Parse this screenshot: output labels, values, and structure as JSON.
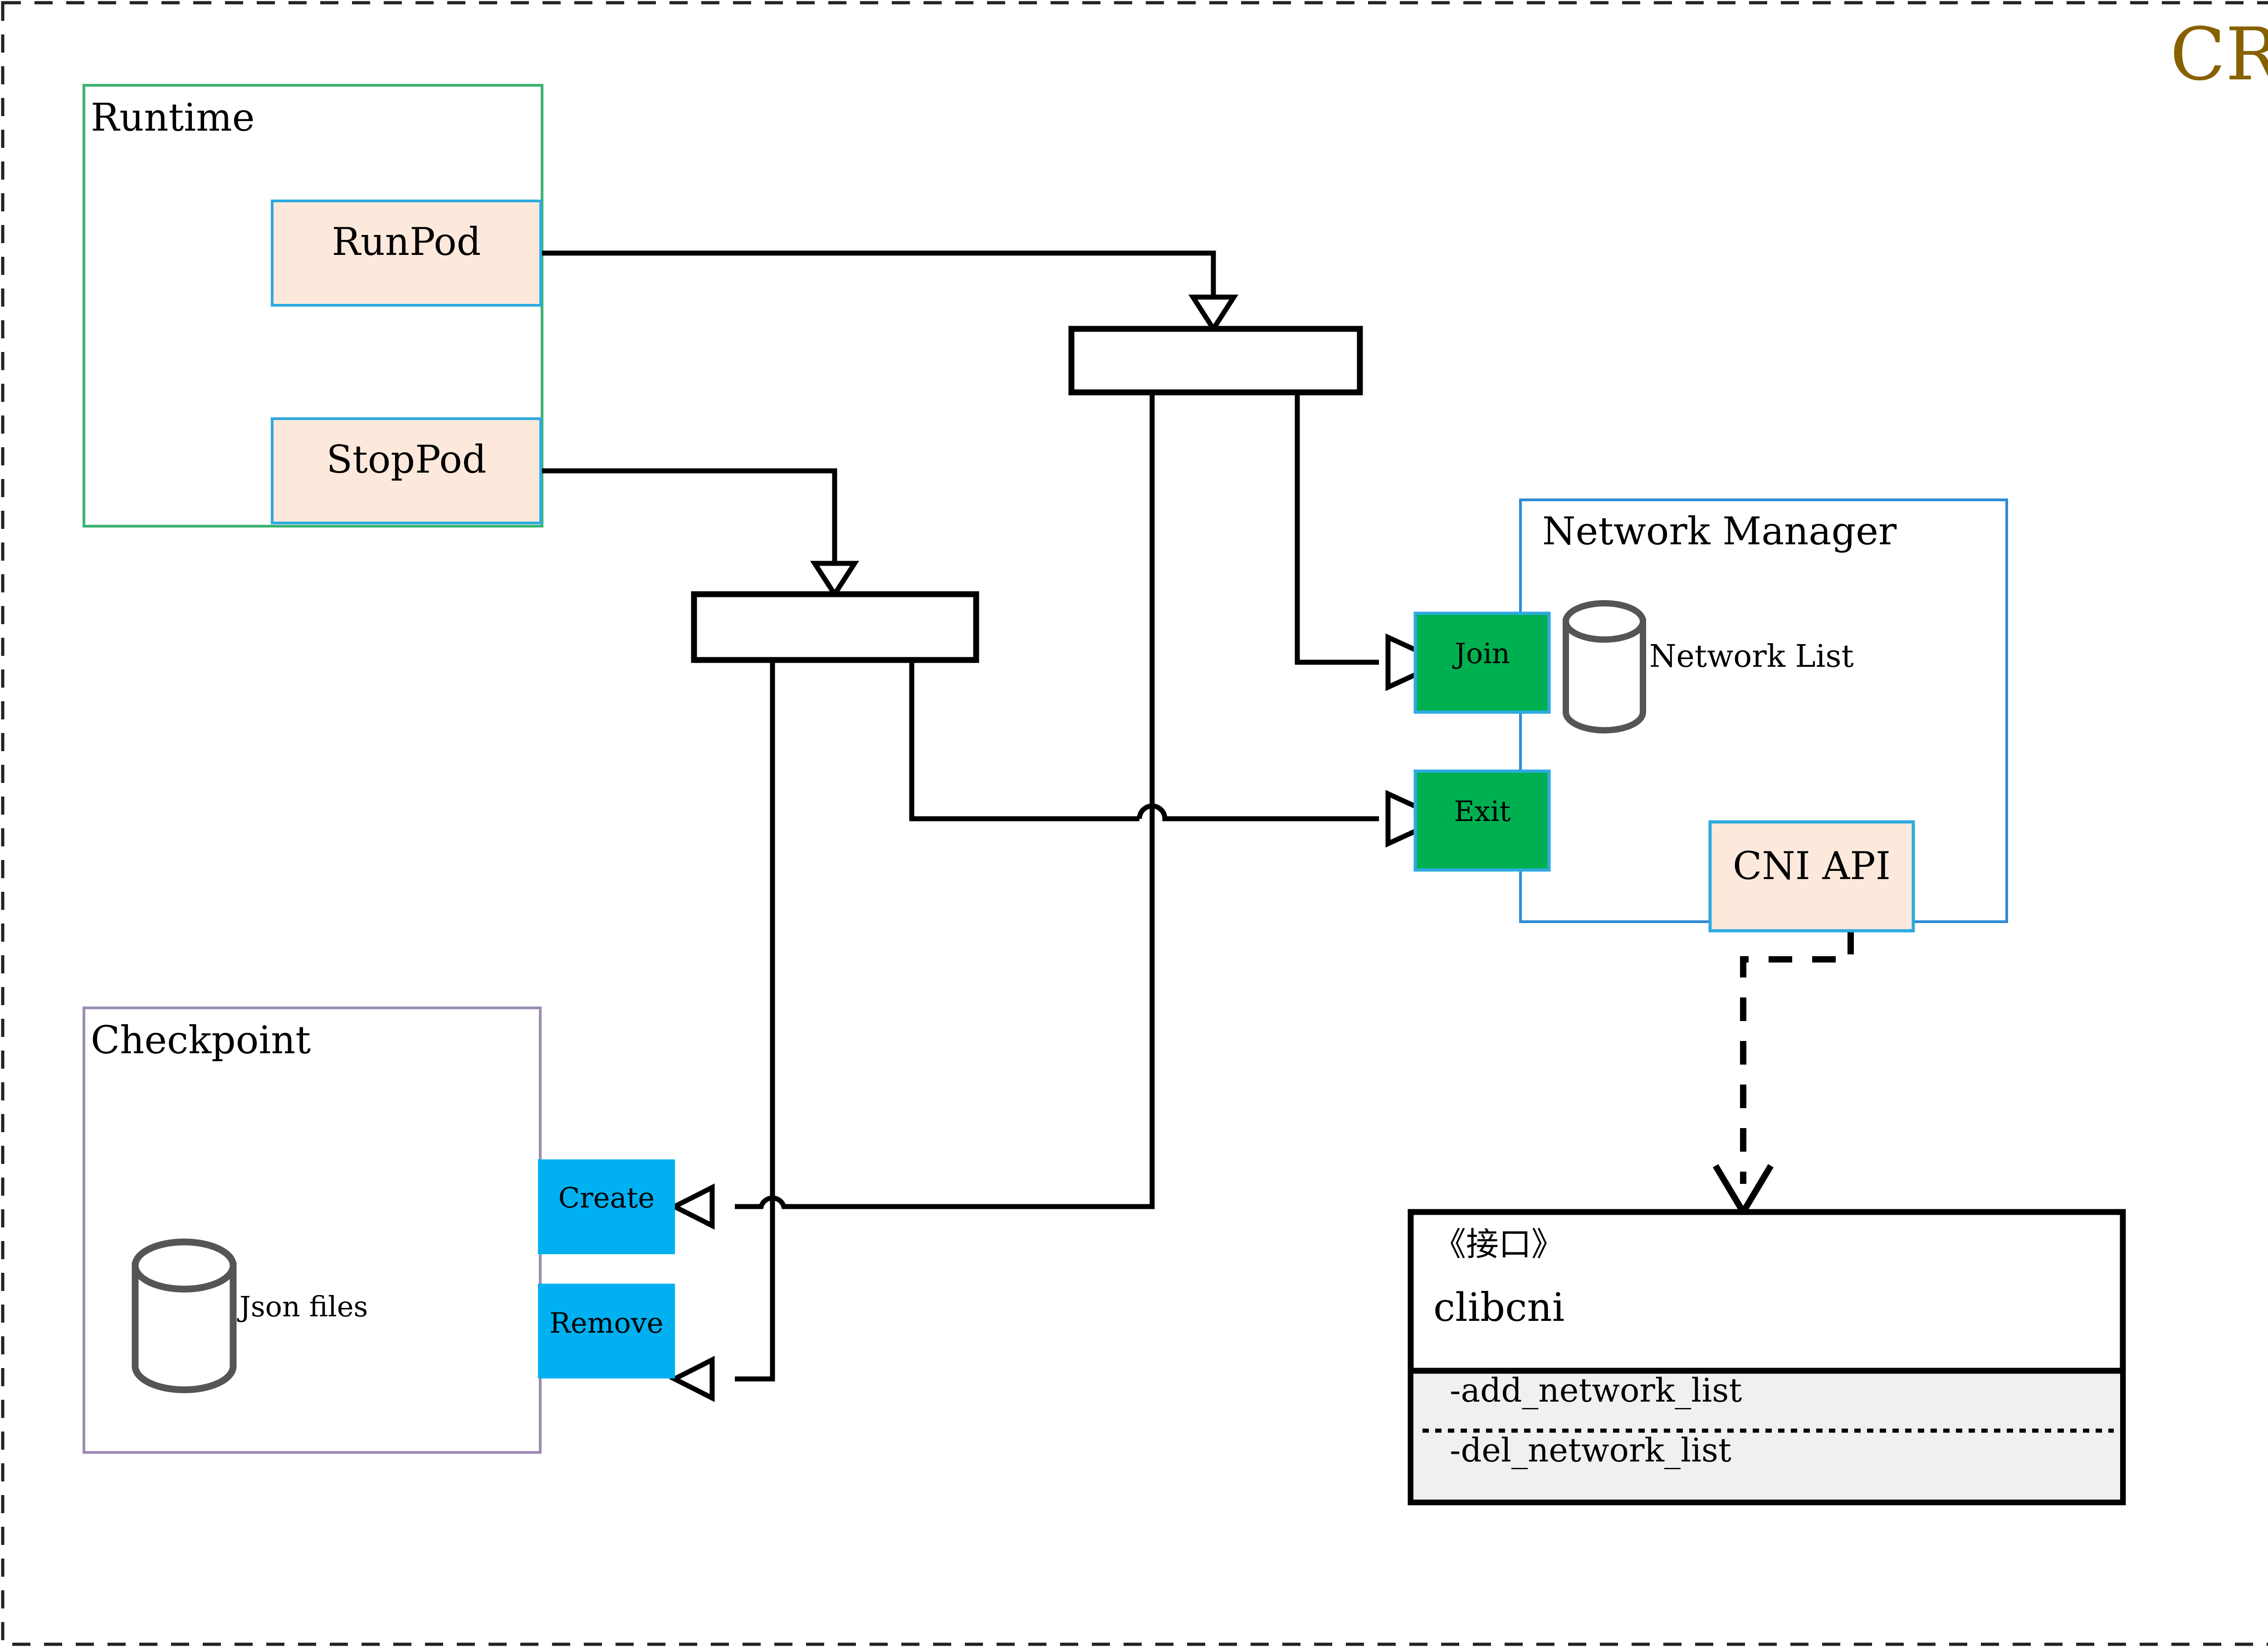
{
  "diagram": {
    "title": "CRI",
    "title_color": "#876100",
    "outer_border": {
      "style": "dashed",
      "color": "#222222"
    },
    "groups": [
      {
        "id": "runtime",
        "label": "Runtime",
        "border_color": "#3cb371",
        "fill": "#ffffff"
      },
      {
        "id": "checkpoint",
        "label": "Checkpoint",
        "border_color": "#9c8bb4",
        "fill": "#ffffff",
        "store": {
          "label": "Json files",
          "icon": "cylinder-icon",
          "stroke": "#555555"
        }
      },
      {
        "id": "network-manager",
        "label": "Network Manager",
        "border_color": "#2e8bd6",
        "fill": "#ffffff",
        "store": {
          "label": "Network List",
          "icon": "cylinder-icon",
          "stroke": "#555555"
        }
      }
    ],
    "nodes": [
      {
        "id": "runpod",
        "label": "RunPod",
        "fill": "#fce9dc",
        "border_color": "#2eaae0",
        "kind": "runtime-method"
      },
      {
        "id": "stoppod",
        "label": "StopPod",
        "fill": "#fce9dc",
        "border_color": "#2eaae0",
        "kind": "runtime-method"
      },
      {
        "id": "join",
        "label": "Join",
        "fill": "#00b050",
        "border_color": "#2eaae0",
        "kind": "network-port"
      },
      {
        "id": "exit",
        "label": "Exit",
        "fill": "#00b050",
        "border_color": "#2eaae0",
        "kind": "network-port"
      },
      {
        "id": "create",
        "label": "Create",
        "fill": "#00b0f0",
        "border_color": "#00b0f0",
        "kind": "checkpoint-port"
      },
      {
        "id": "remove",
        "label": "Remove",
        "fill": "#00b0f0",
        "border_color": "#00b0f0",
        "kind": "checkpoint-port"
      },
      {
        "id": "cni-api",
        "label": "CNI API",
        "fill": "#fce9dc",
        "border_color": "#2eaae0",
        "kind": "api-port"
      },
      {
        "id": "bar-upper",
        "label": "",
        "fill": "#ffffff",
        "border_color": "#000000",
        "kind": "fork-bar"
      },
      {
        "id": "bar-lower",
        "label": "",
        "fill": "#ffffff",
        "border_color": "#000000",
        "kind": "fork-bar"
      }
    ],
    "interface": {
      "stereotype": "《接口》",
      "name": "clibcni",
      "header_fill": "#ffffff",
      "ops_fill": "#f0f0f0",
      "border_color": "#000000",
      "operations": [
        "-add_network_list",
        "-del_network_list"
      ]
    },
    "edges": [
      {
        "from": "runpod",
        "to": "bar-upper",
        "style": "solid",
        "arrow": "hollow-triangle"
      },
      {
        "from": "stoppod",
        "to": "bar-lower",
        "style": "solid",
        "arrow": "hollow-triangle"
      },
      {
        "from": "bar-upper",
        "to": "join",
        "style": "solid",
        "arrow": "hollow-triangle"
      },
      {
        "from": "bar-upper",
        "to": "create",
        "style": "solid",
        "arrow": "hollow-triangle"
      },
      {
        "from": "bar-lower",
        "to": "remove",
        "style": "solid",
        "arrow": "hollow-triangle"
      },
      {
        "from": "bar-lower",
        "to": "exit",
        "style": "solid",
        "arrow": "hollow-triangle"
      },
      {
        "from": "cni-api",
        "to": "clibcni",
        "style": "dashed",
        "arrow": "open-v"
      }
    ]
  }
}
